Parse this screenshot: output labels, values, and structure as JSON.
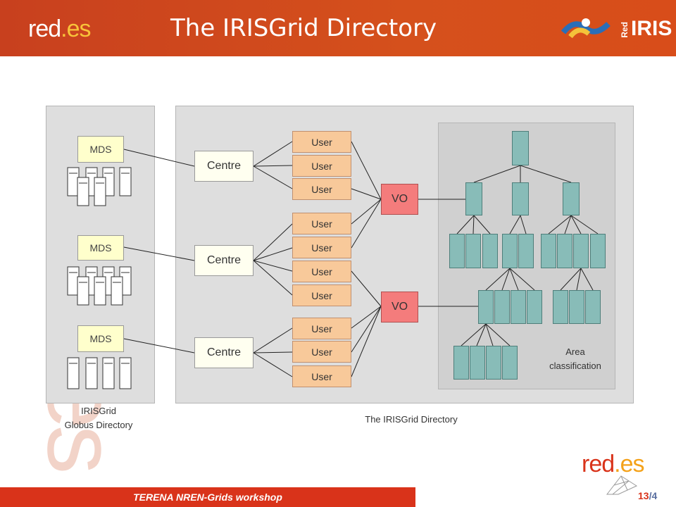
{
  "header": {
    "title": "The IRISGrid Directory",
    "logo_left_main": "red",
    "logo_left_suffix": ".es",
    "logo_right_prefix": "Red",
    "logo_right_main": "IRIS"
  },
  "diagram": {
    "left_caption_line1": "IRISGrid",
    "left_caption_line2": "Globus Directory",
    "right_caption": "The IRISGrid Directory",
    "area_line1": "Area",
    "area_line2": "classification",
    "mds_label": "MDS",
    "centre_label": "Centre",
    "user_label": "User",
    "vo_label": "VO"
  },
  "footer": {
    "text": "TERENA NREN-Grids workshop",
    "page": "13",
    "total": "/4"
  },
  "branding": {
    "watermark": "red.es",
    "logo_bottom_main": "red",
    "logo_bottom_suffix": ".es"
  },
  "colors": {
    "header": "#d5501c",
    "footer": "#d9331a",
    "leaf": "#88bcb8",
    "user": "#f8c99a",
    "vo": "#f47c7c",
    "mds": "#ffffcc"
  }
}
